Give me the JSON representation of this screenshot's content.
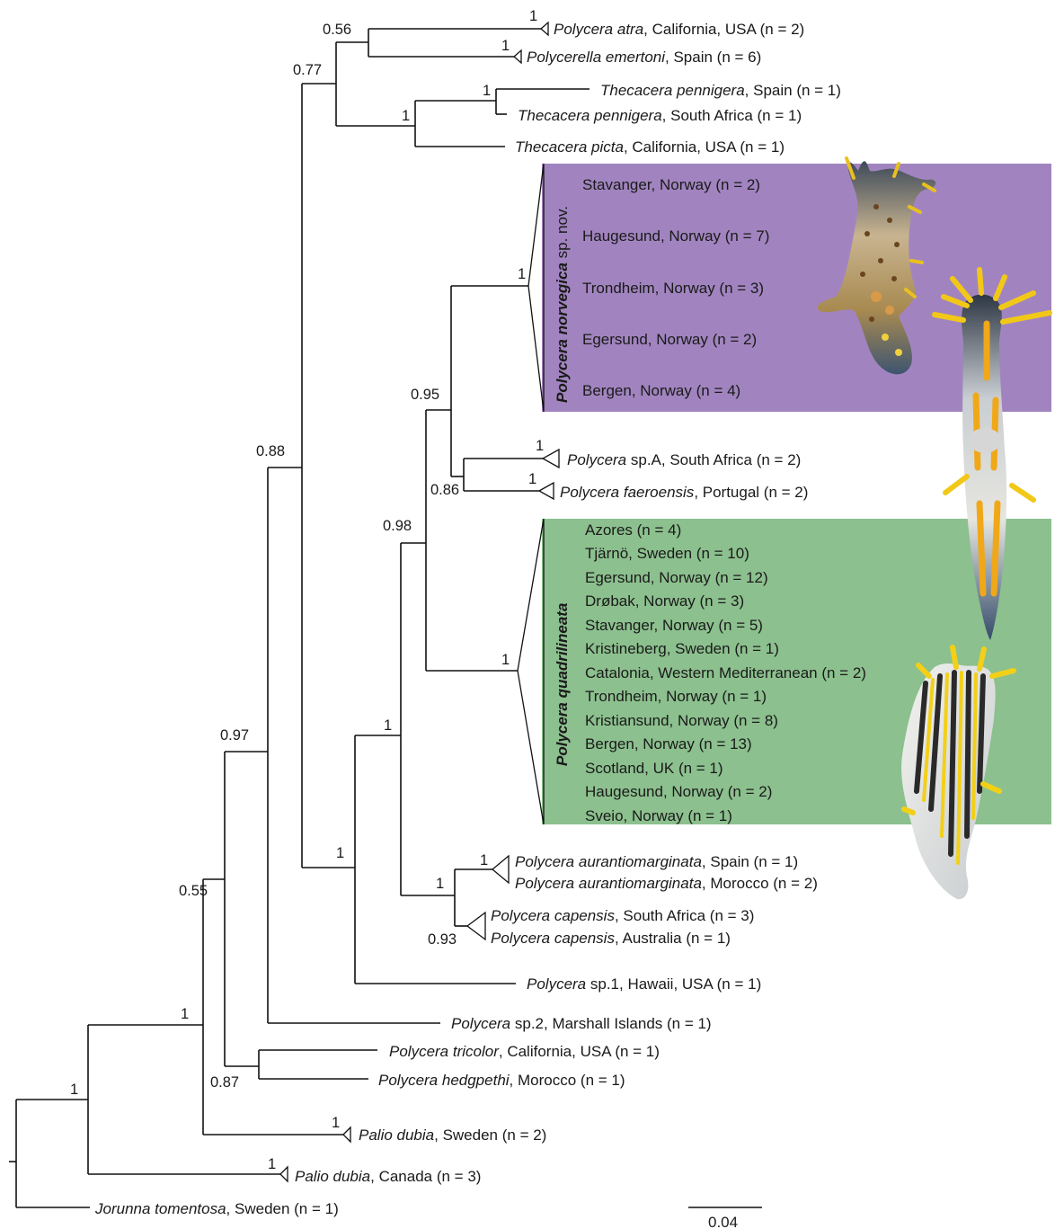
{
  "tips": [
    {
      "id": "atra",
      "genus": "Polycera atra",
      "rest": ", California, USA (n = 2)"
    },
    {
      "id": "emertoni",
      "genus": "Polycerella emertoni",
      "rest": ", Spain (n = 6)"
    },
    {
      "id": "penn-spain",
      "genus": "Thecacera pennigera",
      "rest": ", Spain (n = 1)"
    },
    {
      "id": "penn-sa",
      "genus": "Thecacera pennigera",
      "rest": ", South Africa (n = 1)"
    },
    {
      "id": "picta",
      "genus": "Thecacera picta",
      "rest": ", California, USA (n = 1)"
    },
    {
      "id": "spA",
      "genus": "Polycera",
      "rest": " sp.A, South Africa (n = 2)"
    },
    {
      "id": "faeroensis",
      "genus": "Polycera faeroensis",
      "rest": ", Portugal (n = 2)"
    },
    {
      "id": "aur-spain",
      "genus": "Polycera aurantiomarginata",
      "rest": ", Spain (n = 1)"
    },
    {
      "id": "aur-morocco",
      "genus": "Polycera aurantiomarginata",
      "rest": ", Morocco (n = 2)"
    },
    {
      "id": "cap-sa",
      "genus": "Polycera capensis",
      "rest": ", South Africa (n = 3)"
    },
    {
      "id": "cap-aus",
      "genus": "Polycera capensis",
      "rest": ", Australia (n = 1)"
    },
    {
      "id": "sp1",
      "genus": "Polycera",
      "rest": " sp.1, Hawaii, USA (n = 1)"
    },
    {
      "id": "sp2",
      "genus": "Polycera",
      "rest": " sp.2, Marshall Islands (n = 1)"
    },
    {
      "id": "tricolor",
      "genus": "Polycera tricolor",
      "rest": ", California, USA (n = 1)"
    },
    {
      "id": "hedgpethi",
      "genus": "Polycera hedgpethi",
      "rest": ", Morocco (n = 1)"
    },
    {
      "id": "palio-se",
      "genus": "Palio dubia",
      "rest": ", Sweden (n = 2)"
    },
    {
      "id": "palio-ca",
      "genus": "Palio dubia",
      "rest": ", Canada (n = 3)"
    },
    {
      "id": "jorunna",
      "genus": "Jorunna tomentosa",
      "rest": ", Sweden (n = 1)"
    }
  ],
  "norvegica": {
    "title_italic": "Polycera norvegica",
    "title_rest": " sp. nov.",
    "color": "#a184bf",
    "localities": [
      "Stavanger, Norway (n = 2)",
      "Haugesund, Norway (n = 7)",
      "Trondheim, Norway (n = 3)",
      "Egersund, Norway (n = 2)",
      "Bergen, Norway (n = 4)"
    ]
  },
  "quadrilineata": {
    "title": "Polycera quadrilineata",
    "color": "#8cc08e",
    "localities": [
      "Azores (n = 4)",
      "Tjärnö, Sweden (n = 10)",
      "Egersund, Norway (n = 12)",
      "Drøbak, Norway (n = 3)",
      "Stavanger, Norway (n = 5)",
      "Kristineberg, Sweden (n = 1)",
      "Catalonia, Western Mediterranean (n = 2)",
      "Trondheim, Norway (n = 1)",
      "Kristiansund, Norway (n = 8)",
      "Bergen, Norway (n = 13)",
      "Scotland, UK (n = 1)",
      "Haugesund, Norway (n = 2)",
      "Sveio, Norway (n = 1)"
    ]
  },
  "support": {
    "atra": "1",
    "emertoni": "1",
    "atra-emertoni": "0.56",
    "thec-outer": "1",
    "thec-pennigera": "1",
    "clade-077": "0.77",
    "root-in": "1",
    "palio-ca": "1",
    "palio-se": "1",
    "n055": "0.55",
    "n097": "0.97",
    "n087": "0.87",
    "n088": "0.88",
    "n1-a": "1",
    "n1-b": "1",
    "n098": "0.98",
    "n095": "0.95",
    "norvegica": "1",
    "spA": "1",
    "faeroensis": "1",
    "n086": "0.86",
    "quadrilineata": "1",
    "aur-cap": "1",
    "aur": "1",
    "cap": "0.93"
  },
  "scale_label": "0.04"
}
